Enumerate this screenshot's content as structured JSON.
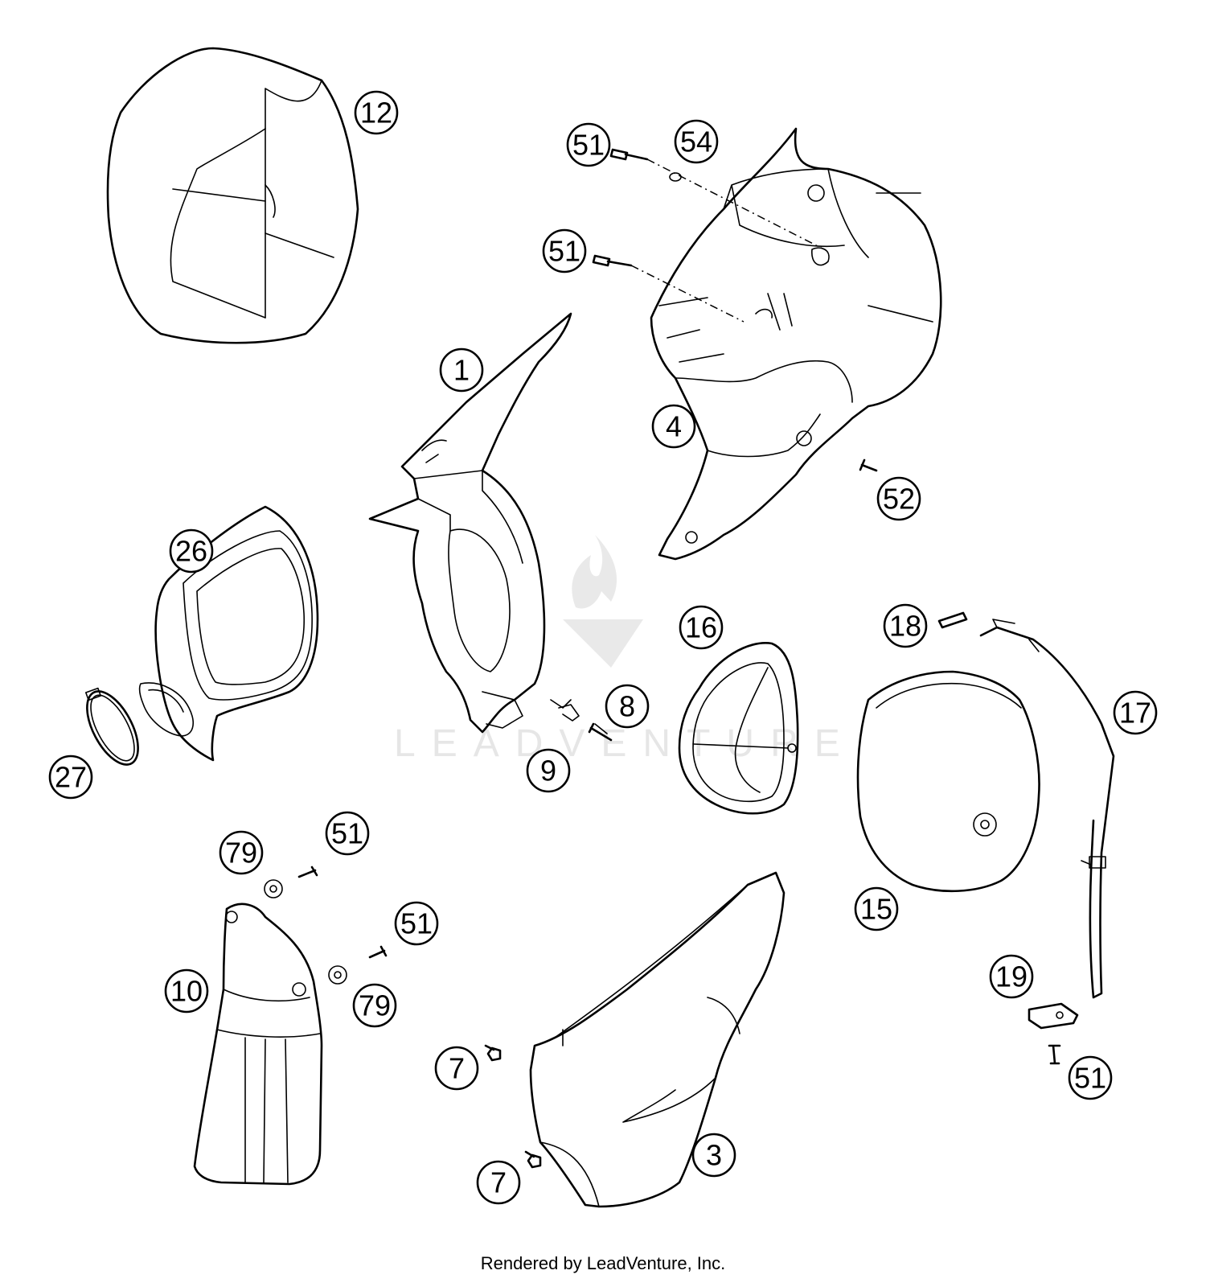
{
  "credit": "Rendered by LeadVenture, Inc.",
  "watermark": {
    "text": "LEADVENTURE",
    "color": "#e6e6e6"
  },
  "callouts": [
    {
      "id": "1",
      "label": "1"
    },
    {
      "id": "3",
      "label": "3"
    },
    {
      "id": "4",
      "label": "4"
    },
    {
      "id": "7a",
      "label": "7"
    },
    {
      "id": "7b",
      "label": "7"
    },
    {
      "id": "8",
      "label": "8"
    },
    {
      "id": "9",
      "label": "9"
    },
    {
      "id": "10",
      "label": "10"
    },
    {
      "id": "12",
      "label": "12"
    },
    {
      "id": "15",
      "label": "15"
    },
    {
      "id": "16",
      "label": "16"
    },
    {
      "id": "17",
      "label": "17"
    },
    {
      "id": "18",
      "label": "18"
    },
    {
      "id": "19",
      "label": "19"
    },
    {
      "id": "26",
      "label": "26"
    },
    {
      "id": "27",
      "label": "27"
    },
    {
      "id": "51a",
      "label": "51"
    },
    {
      "id": "51b",
      "label": "51"
    },
    {
      "id": "51c",
      "label": "51"
    },
    {
      "id": "51d",
      "label": "51"
    },
    {
      "id": "51e",
      "label": "51"
    },
    {
      "id": "52",
      "label": "52"
    },
    {
      "id": "54",
      "label": "54"
    },
    {
      "id": "79a",
      "label": "79"
    },
    {
      "id": "79b",
      "label": "79"
    }
  ]
}
